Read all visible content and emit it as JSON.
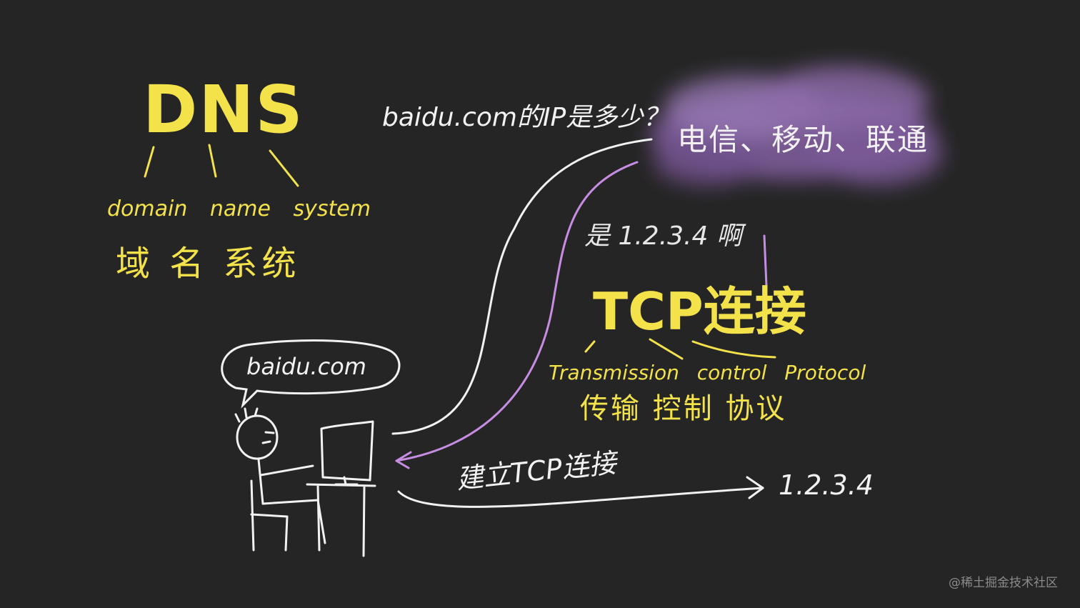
{
  "dns": {
    "title": "DNS",
    "expansion": "domain name system",
    "chinese": "域 名 系统"
  },
  "query": {
    "text": "baidu.com的IP是多少？"
  },
  "isp": {
    "text": "电信、移动、联通"
  },
  "reply": {
    "text": "是 1.2.3.4 啊"
  },
  "tcp": {
    "title": "TCP连接",
    "expansion": "Transmission control Protocol",
    "chinese": "传输 控制 协议"
  },
  "user": {
    "speech": "baidu.com"
  },
  "connection": {
    "label": "建立TCP连接",
    "target_ip": "1.2.3.4"
  },
  "watermark": {
    "text": "@稀土掘金技术社区"
  },
  "colors": {
    "background": "#252525",
    "chalk_white": "#f2f2f2",
    "chalk_yellow": "#f3e24a",
    "purple_line": "#c78de3",
    "cloud_purple": "#8a66a6"
  }
}
